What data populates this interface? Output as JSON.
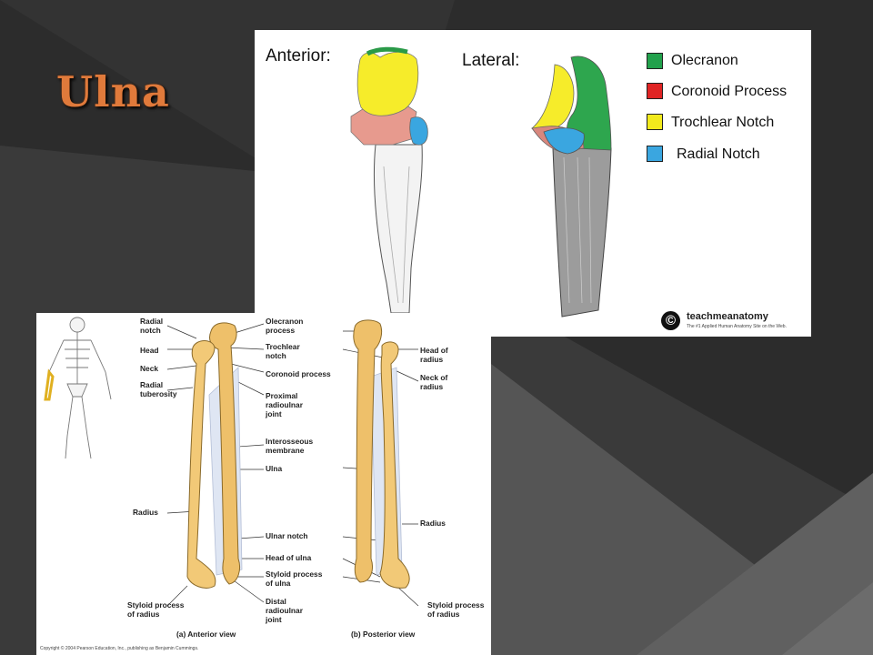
{
  "slide": {
    "title": "Ulna"
  },
  "top_figure": {
    "anterior_label": "Anterior:",
    "lateral_label": "Lateral:",
    "legend": [
      {
        "label": "Olecranon",
        "color": "#22a14c"
      },
      {
        "label": "Coronoid Process",
        "color": "#e02424"
      },
      {
        "label": "Trochlear Notch",
        "color": "#f2ea1c"
      },
      {
        "label": "Radial Notch",
        "color": "#3aa6e0"
      }
    ],
    "brand": "teachmeanatomy",
    "tagline": "The #1 Applied Human Anatomy Site on the Web.",
    "copyright_symbol": "©"
  },
  "bottom_figure": {
    "anterior_labels": {
      "radial_notch": "Radial\nnotch",
      "head": "Head",
      "neck": "Neck",
      "radial_tuberosity": "Radial\ntuberosity",
      "radius": "Radius",
      "styloid_radius": "Styloid process\nof radius"
    },
    "center_labels": {
      "olecranon": "Olecranon\nprocess",
      "trochlear": "Trochlear\nnotch",
      "coronoid": "Coronoid process",
      "proximal_joint": "Proximal\nradioulnar\njoint",
      "interosseous": "Interosseous\nmembrane",
      "ulna": "Ulna",
      "ulnar_notch": "Ulnar notch",
      "head_ulna": "Head of ulna",
      "styloid_ulna": "Styloid process\nof ulna",
      "distal_joint": "Distal\nradioulnar\njoint"
    },
    "posterior_labels": {
      "head_radius": "Head of\nradius",
      "neck_radius": "Neck of\nradius",
      "radius": "Radius",
      "styloid_radius": "Styloid process\nof radius"
    },
    "caption_a": "(a) Anterior view",
    "caption_b": "(b) Posterior view",
    "copyright": "Copyright © 2004 Pearson Education, Inc., publishing as Benjamin Cummings."
  }
}
